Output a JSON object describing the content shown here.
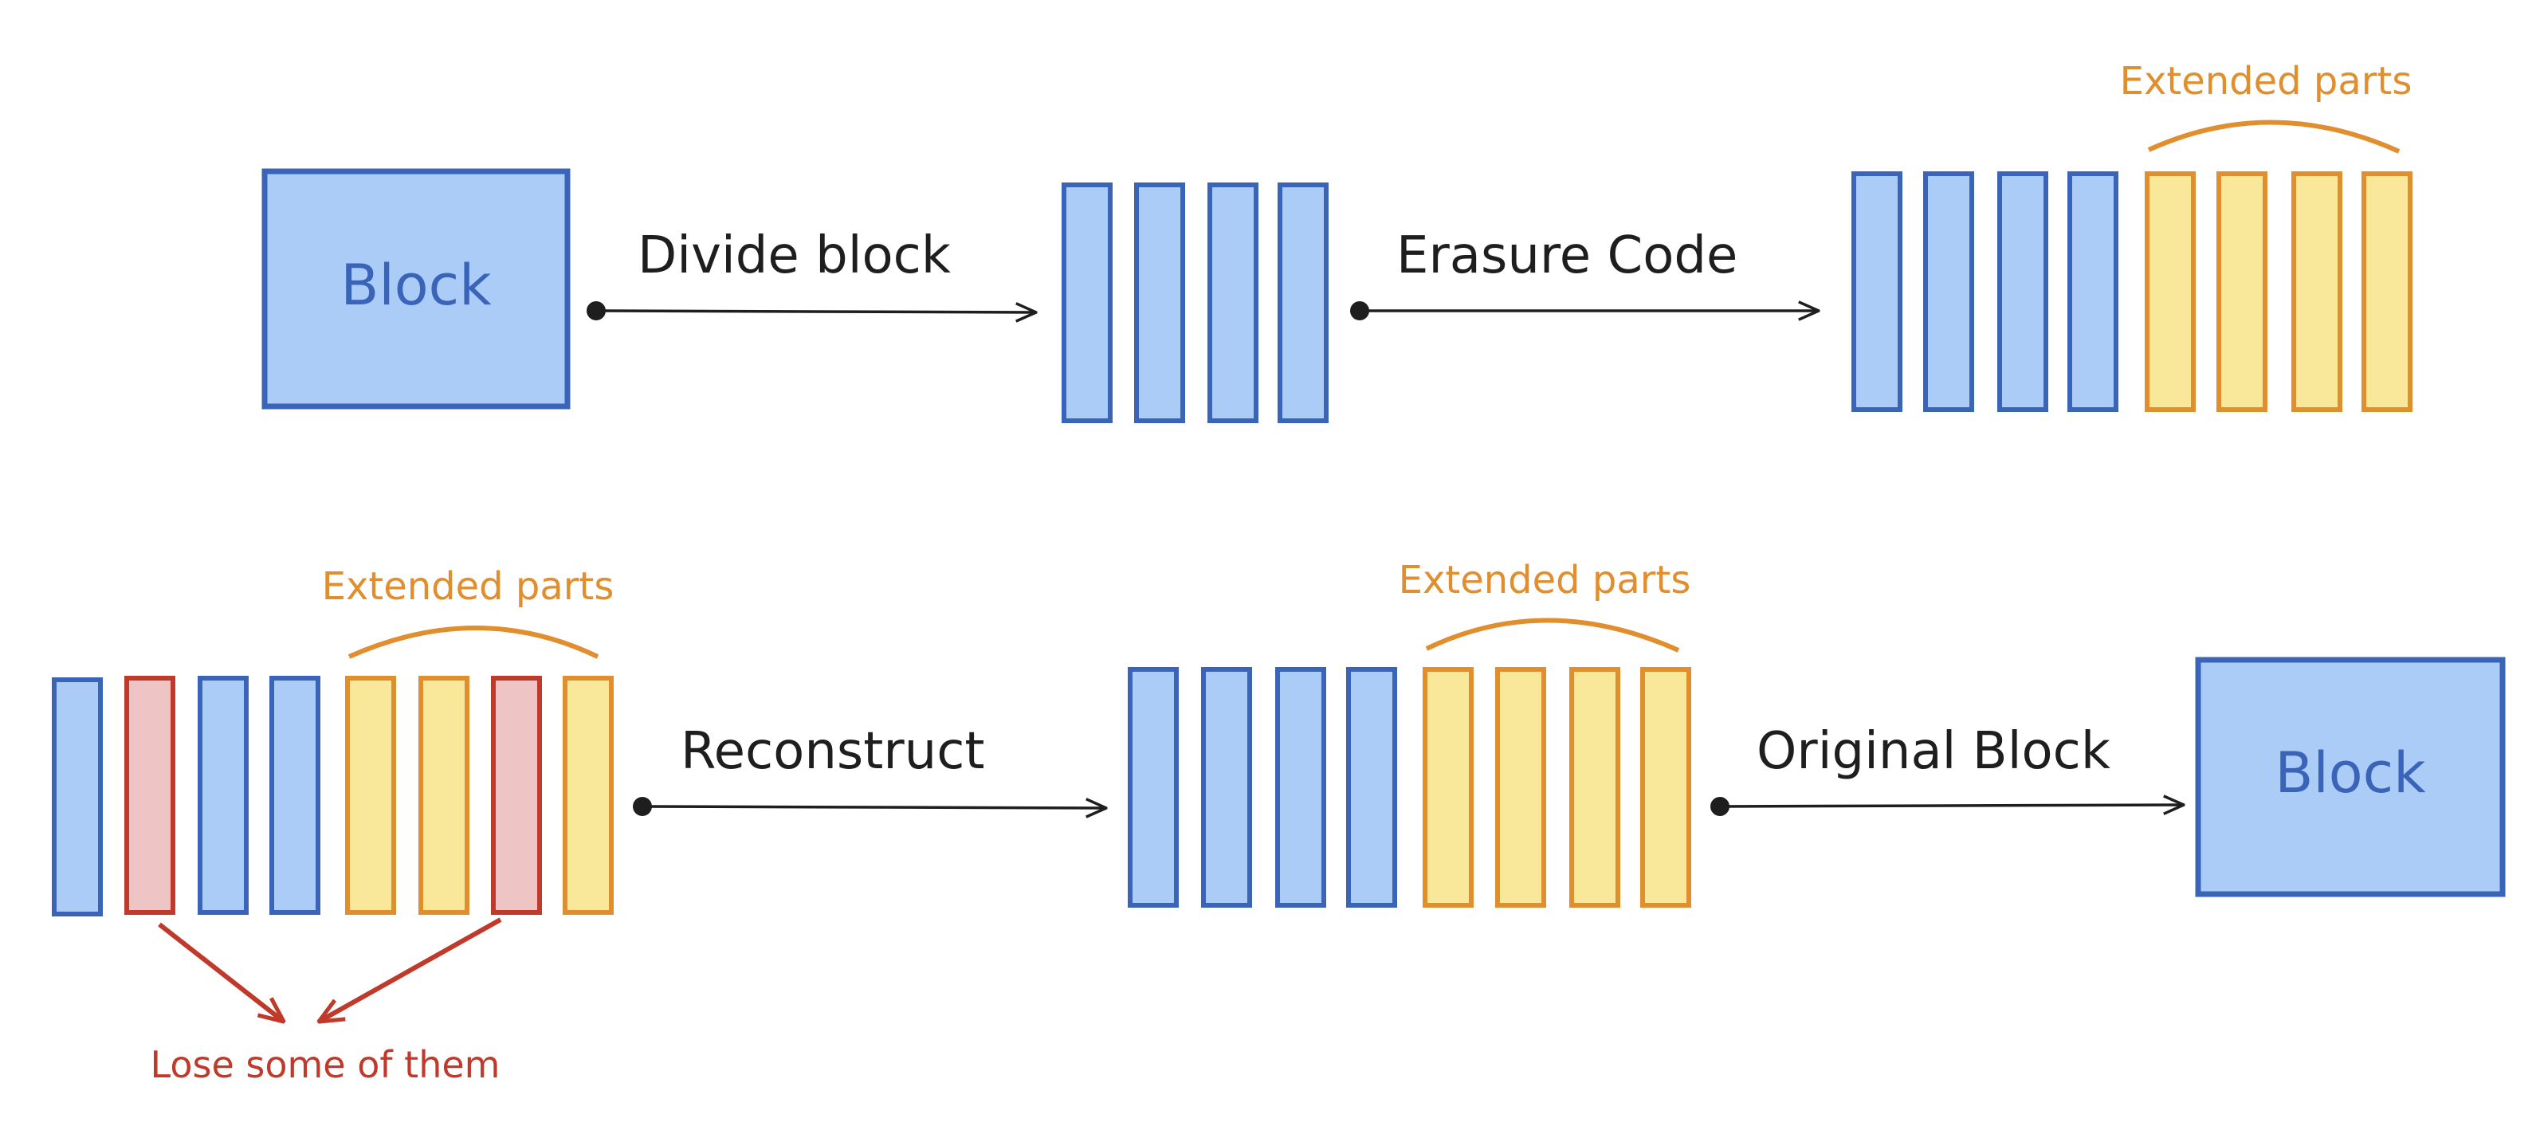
{
  "colors": {
    "data_fill": "#abccf7",
    "data_stroke": "#3a64b8",
    "parity_fill": "#f9e899",
    "parity_stroke": "#e08e2e",
    "lost_fill": "#efc4c4",
    "lost_stroke": "#c03a2b",
    "arrow": "#1e1e1e"
  },
  "top_row": {
    "source_block": "Block",
    "divide_label": "Divide block",
    "erasure_label": "Erasure Code",
    "extended_label": "Extended parts"
  },
  "bottom_row": {
    "extended_label_left": "Extended parts",
    "reconstruct_label": "Reconstruct",
    "extended_label_middle": "Extended parts",
    "original_label": "Original Block",
    "result_block": "Block",
    "lost_label": "Lose some of them"
  }
}
